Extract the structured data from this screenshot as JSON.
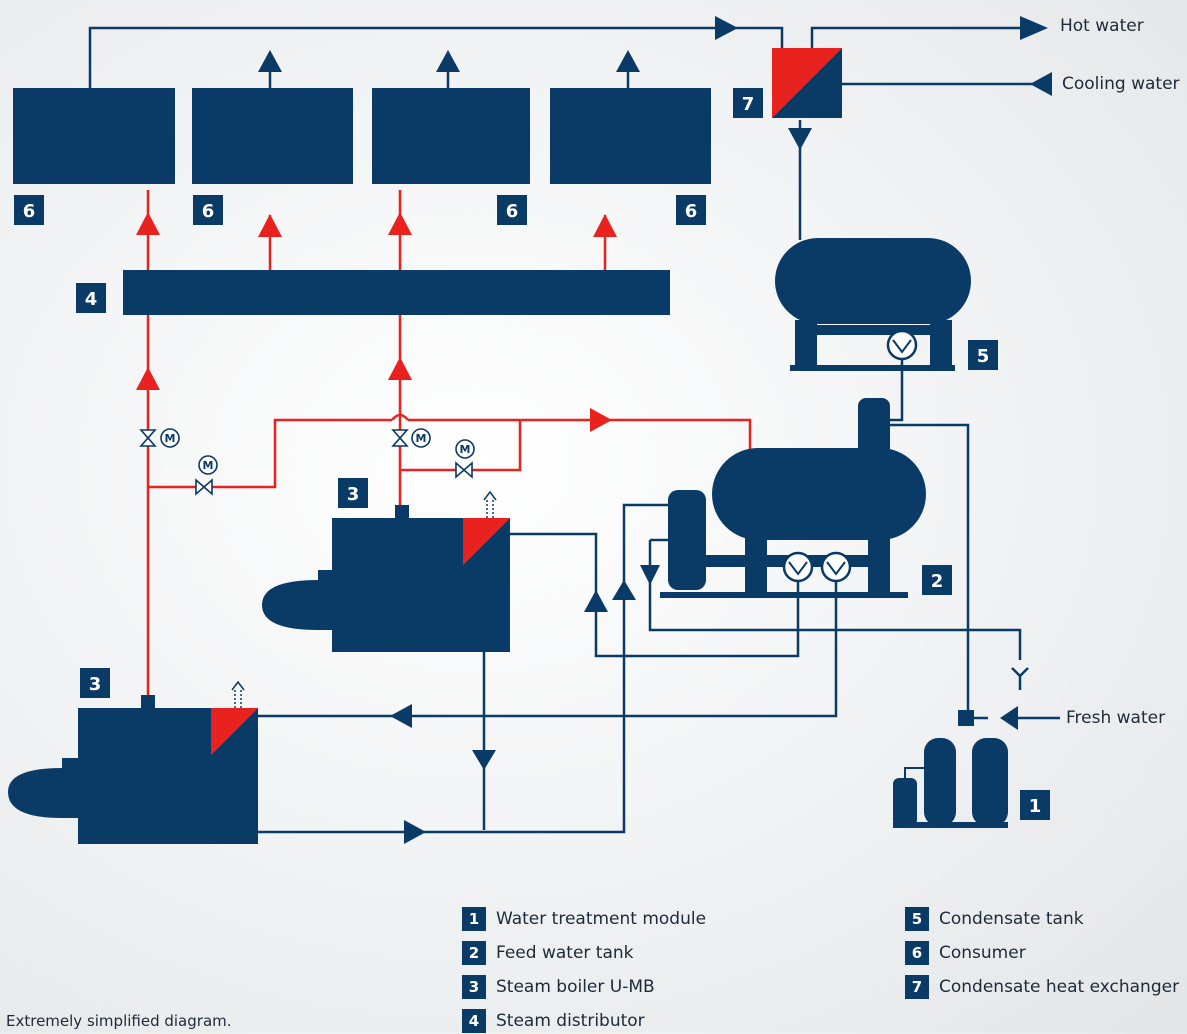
{
  "labels": {
    "hot_water": "Hot water",
    "cooling_water": "Cooling water",
    "fresh_water": "Fresh water"
  },
  "component_badges": [
    "1",
    "2",
    "3",
    "3",
    "4",
    "5",
    "6",
    "6",
    "6",
    "6",
    "7"
  ],
  "valve_motor_symbol": "M",
  "legend_left": [
    {
      "num": "1",
      "text": "Water treatment module"
    },
    {
      "num": "2",
      "text": "Feed water tank"
    },
    {
      "num": "3",
      "text": "Steam boiler U-MB"
    },
    {
      "num": "4",
      "text": "Steam distributor"
    }
  ],
  "legend_right": [
    {
      "num": "5",
      "text": "Condensate tank"
    },
    {
      "num": "6",
      "text": "Consumer"
    },
    {
      "num": "7",
      "text": "Condensate heat exchanger"
    }
  ],
  "footnote": "Extremely simplified diagram.",
  "colors": {
    "navy": "#0a3a66",
    "steam_red": "#e8231f",
    "background": "#eef0f1"
  }
}
